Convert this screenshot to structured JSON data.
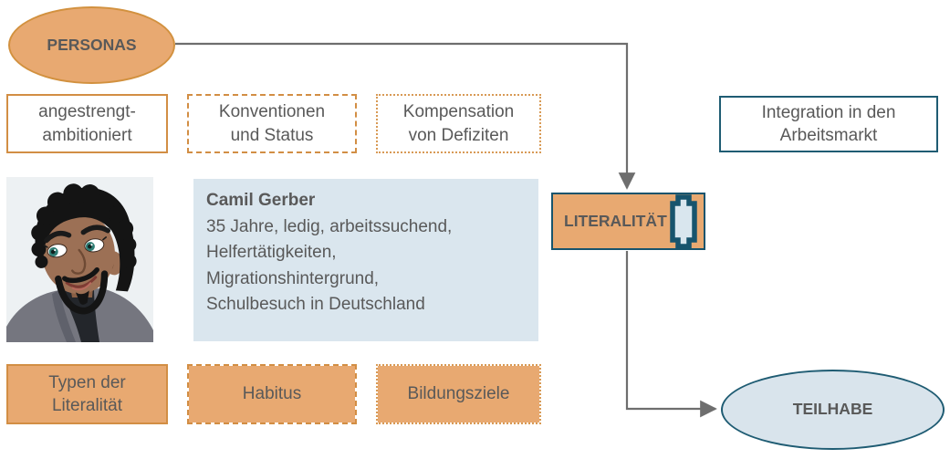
{
  "colors": {
    "orange_fill": "#E8A971",
    "orange_border": "#D28E44",
    "teal_border": "#1F5C73",
    "light_blue_fill": "#DAE6EE",
    "arrow_gray": "#6E6E6E",
    "text_gray": "#595959"
  },
  "personas_node": {
    "label": "PERSONAS"
  },
  "trait_boxes": [
    {
      "label": "angestrengt-\nambitioniert",
      "border_style": "solid"
    },
    {
      "label": "Konventionen\nund Status",
      "border_style": "dashed"
    },
    {
      "label": "Kompensation\nvon Defiziten",
      "border_style": "dotted"
    }
  ],
  "integration_box": {
    "label": "Integration in den\nArbeitsmarkt"
  },
  "persona_card": {
    "name": "Camil Gerber",
    "details": "35 Jahre, ledig, arbeitssuchend,\nHelfertätigkeiten,\nMigrationshintergrund,\nSchulbesuch in Deutschland"
  },
  "literacy_node": {
    "label": "LITERALITÄT",
    "icon": "scroll-icon"
  },
  "outcome_boxes": [
    {
      "label": "Typen der\nLiteralität",
      "border_style": "solid"
    },
    {
      "label": "Habitus",
      "border_style": "dashed"
    },
    {
      "label": "Bildungsziele",
      "border_style": "dotted"
    }
  ],
  "teilhabe_node": {
    "label": "TEILHABE"
  }
}
